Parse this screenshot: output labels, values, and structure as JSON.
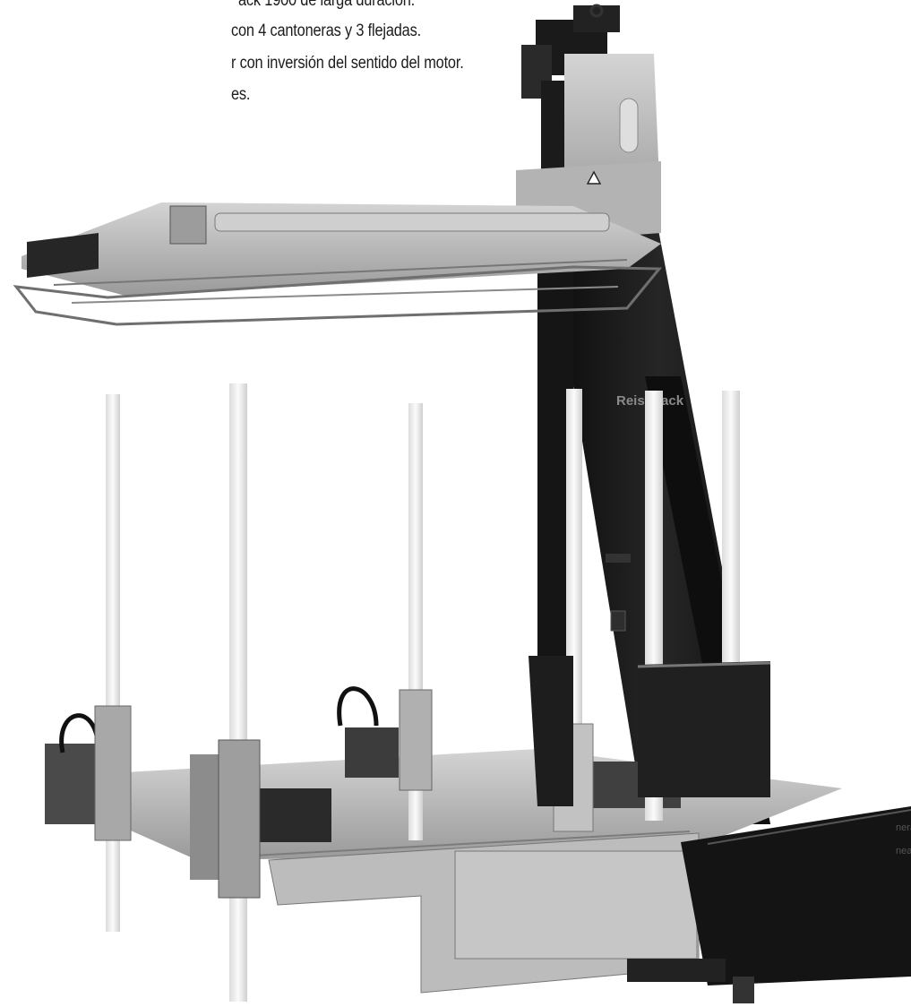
{
  "intro_text": {
    "line1": "ack 1900 de larga duración.",
    "line2": "con 4 cantoneras y 3 flejadas.",
    "line3": "r con inversión del sentido del motor.",
    "line4": "es."
  },
  "side_labels": {
    "label1": "neras",
    "label2": "neas"
  },
  "machine": {
    "brand_label": "Reisopack",
    "colors": {
      "mast": "#161616",
      "steel": "#b9b9b9",
      "steel_dark": "#8c8c8c",
      "corner_board": "#f2f2f2"
    }
  }
}
